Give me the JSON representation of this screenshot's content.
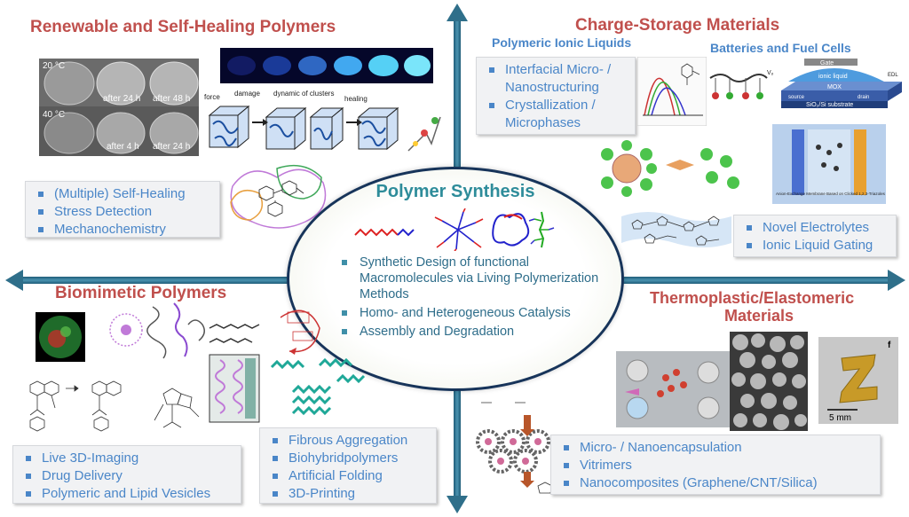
{
  "sections": {
    "renewable": {
      "title": "Renewable and Self-Healing Polymers",
      "bullets": [
        "(Multiple) Self-Healing",
        "Stress Detection",
        "Mechanochemistry"
      ],
      "photo_labels": [
        "20 °C",
        "after 24 h",
        "after 48 h",
        "40 °C",
        "after 4 h",
        "after 24 h"
      ],
      "diagram_labels": [
        "force",
        "damage",
        "dynamic of clusters",
        "healing"
      ]
    },
    "charge": {
      "title": "Charge-Storage Materials",
      "subtitle_left": "Polymeric Ionic Liquids",
      "subtitle_right": "Batteries and Fuel Cells",
      "bullets_top": [
        "Interfacial Micro- / Nanostructuring",
        "Crystallization / Microphases"
      ],
      "bullets_bottom": [
        "Novel Electrolytes",
        "Ionic Liquid Gating"
      ],
      "device_labels": [
        "Gate",
        "ionic liquid",
        "MOX",
        "source",
        "drain",
        "SiO₂/Si substrate",
        "EDL",
        "Vₒ"
      ],
      "membrane_label": "Anion-Exchange Membrane Based on Clicked 1,2,3-Triazoles"
    },
    "center": {
      "title": "Polymer Synthesis",
      "bullets": [
        "Synthetic Design of functional Macromolecules via Living Polymerization Methods",
        "Homo- and Heterogeneous Catalysis",
        "Assembly and Degradation"
      ]
    },
    "biomimetic": {
      "title": "Biomimetic Polymers",
      "bullets_left": [
        "Live 3D-Imaging",
        "Drug Delivery",
        "Polymeric and Lipid Vesicles"
      ],
      "bullets_right": [
        "Fibrous Aggregation",
        "Biohybridpolymers",
        "Artificial Folding",
        "3D-Printing"
      ]
    },
    "thermo": {
      "title_line1": "Thermoplastic/Elastomeric",
      "title_line2": "Materials",
      "bullets": [
        "Micro- / Nanoencapsulation",
        "Vitrimers",
        "Nanocomposites (Graphene/CNT/Silica)"
      ],
      "scale_label": "5 mm",
      "panel_label": "f"
    }
  },
  "colors": {
    "title_red": "#c0504d",
    "bullet_blue": "#4a86c8",
    "center_teal": "#2e8c9a",
    "arrow_blue": "#2f6f8a",
    "ellipse_border": "#17345a"
  }
}
